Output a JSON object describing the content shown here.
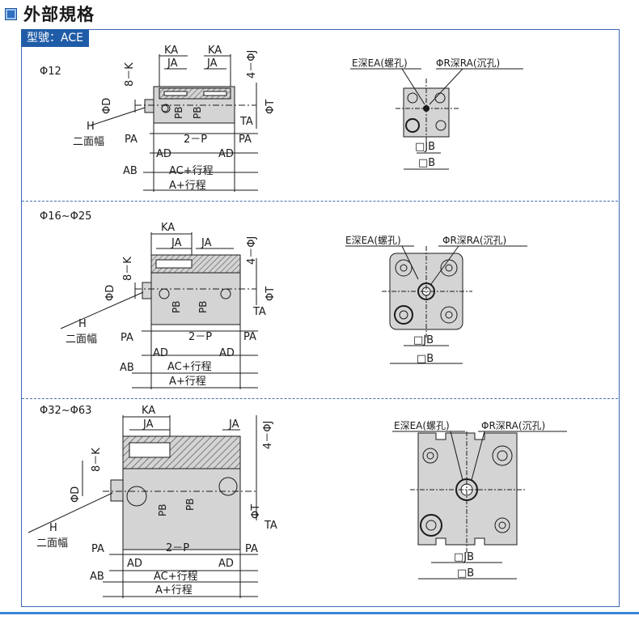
{
  "title": "外部規格",
  "model_label": "型號：ACE",
  "sections": [
    {
      "size": "Φ12",
      "side": {
        "KA": "KA",
        "JA": "JA",
        "K": "8－K",
        "J": "4－ΦJ",
        "D": "ΦD",
        "T": "ΦT",
        "PB": "PB",
        "P": "2－P",
        "TA": "TA",
        "PA": "PA",
        "AD": "AD",
        "AB": "AB",
        "AC": "AC+行程",
        "A": "A+行程",
        "H": "H",
        "face": "二面幅"
      },
      "end": {
        "EA": "E深EA(螺孔)",
        "RA": "ΦR深RA(沉孔)",
        "JB": "□JB",
        "B": "□B"
      }
    },
    {
      "size": "Φ16~Φ25",
      "side": {
        "KA": "KA",
        "JA": "JA",
        "K": "8－K",
        "J": "4－ΦJ",
        "D": "ΦD",
        "T": "ΦT",
        "PB": "PB",
        "P": "2－P",
        "TA": "TA",
        "PA": "PA",
        "AD": "AD",
        "AB": "AB",
        "AC": "AC+行程",
        "A": "A+行程",
        "H": "H",
        "face": "二面幅"
      },
      "end": {
        "EA": "E深EA(螺孔)",
        "RA": "ΦR深RA(沉孔)",
        "JB": "□JB",
        "B": "□B"
      }
    },
    {
      "size": "Φ32~Φ63",
      "side": {
        "KA": "KA",
        "JA": "JA",
        "K": "8－K",
        "J": "4－ΦJ",
        "D": "ΦD",
        "T": "ΦT",
        "PB": "PB",
        "P": "2－P",
        "TA": "TA",
        "PA": "PA",
        "AD": "AD",
        "AB": "AB",
        "AC": "AC+行程",
        "A": "A+行程",
        "H": "H",
        "face": "二面幅"
      },
      "end": {
        "EA": "E深EA(螺孔)",
        "RA": "ΦR深RA(沉孔)",
        "JB": "□JB",
        "B": "□B"
      }
    }
  ],
  "colors": {
    "frame": "#3b68b0",
    "tab": "#1f5ca8",
    "body_fill": "#d4d4d4",
    "hatch": "#555555",
    "line": "#1a1a1a"
  }
}
